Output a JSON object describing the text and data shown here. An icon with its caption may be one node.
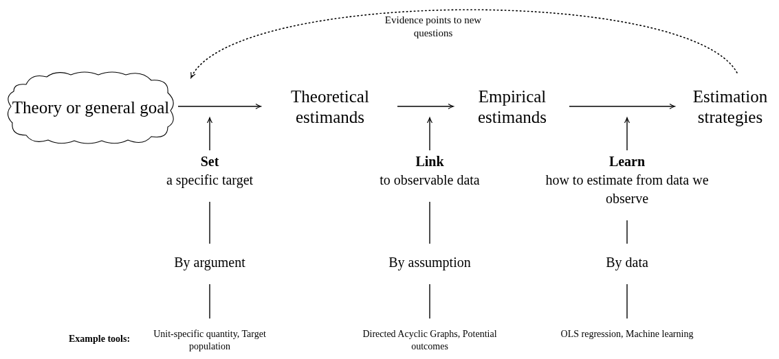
{
  "diagram": {
    "nodes": [
      {
        "text": [
          "Theory or general goal"
        ]
      },
      {
        "text": [
          "Theoretical estimands"
        ]
      },
      {
        "text": [
          "Empirical estimands"
        ]
      },
      {
        "text": [
          "Estimation strategies"
        ]
      },
      {
        "text": [
          "Set",
          "a specific target"
        ]
      },
      {
        "text": [
          "By argument"
        ]
      },
      {
        "text": [
          "Unit-specific quantity, Target population"
        ]
      },
      {
        "text": [
          "Link",
          "to observable data"
        ]
      },
      {
        "text": [
          "By assumption"
        ]
      },
      {
        "text": [
          "Directed Acyclic Graphs, Potential outcomes"
        ]
      },
      {
        "text": [
          "Learn",
          "how to estimate from data we observe"
        ]
      },
      {
        "text": [
          "By data"
        ]
      },
      {
        "text": [
          "OLS regression, Machine learning"
        ]
      }
    ],
    "edges": [
      {
        "from": 0,
        "to": 1,
        "arrow": "to"
      },
      {
        "from": 1,
        "to": 2,
        "arrow": "to"
      },
      {
        "from": 2,
        "to": 3,
        "arrow": "to"
      },
      {
        "from": 3,
        "to": 0,
        "arrow": "to",
        "label": "Evidence points to new questions",
        "style": "dashed"
      },
      {
        "from": 4,
        "to": null,
        "arrow": "to"
      },
      {
        "from": 4,
        "to": 5,
        "arrow": "none"
      },
      {
        "from": 5,
        "to": 6,
        "arrow": "none"
      },
      {
        "from": 7,
        "to": null,
        "arrow": "to"
      },
      {
        "from": 7,
        "to": 8,
        "arrow": "none"
      },
      {
        "from": 8,
        "to": 9,
        "arrow": "none"
      },
      {
        "from": 10,
        "to": null,
        "arrow": "to"
      },
      {
        "from": 10,
        "to": 11,
        "arrow": "none"
      },
      {
        "from": 11,
        "to": 12,
        "arrow": "none"
      }
    ],
    "labels": [
      "Example tools:"
    ]
  }
}
